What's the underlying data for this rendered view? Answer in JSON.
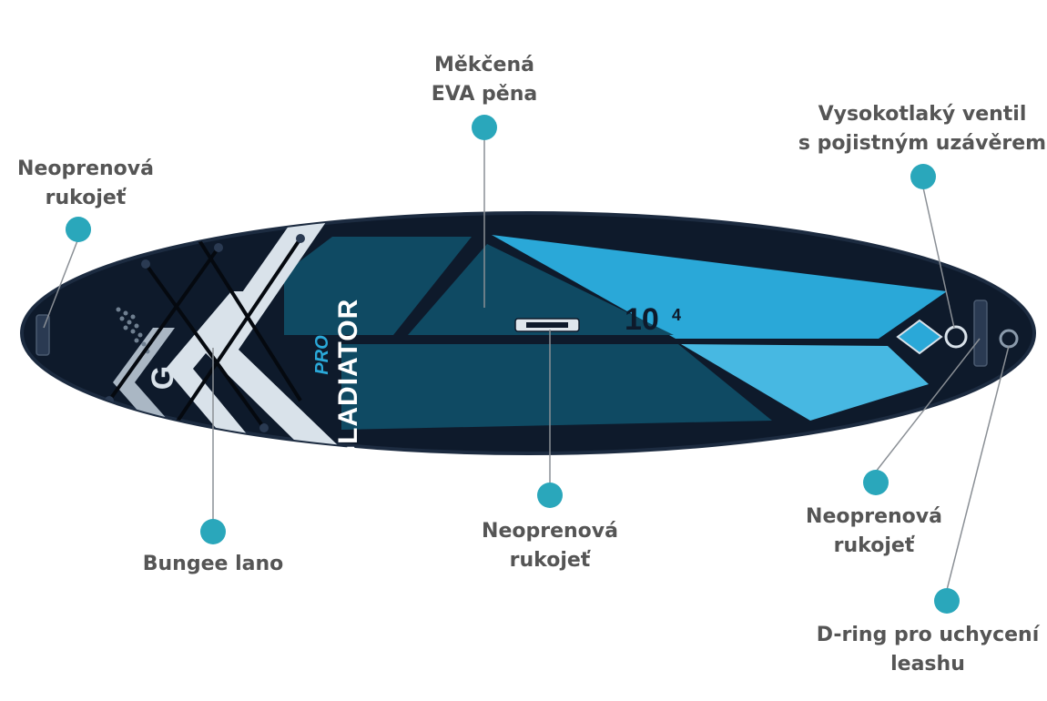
{
  "board": {
    "brand": "GLADIATOR",
    "model": "PRO",
    "size_main": "10",
    "size_sup": "4",
    "logo_mark": "G",
    "colors": {
      "navy": "#0e1a2b",
      "navy_edge": "#1c2b40",
      "teal_dark": "#0f4a63",
      "teal_mid": "#165f7c",
      "sky": "#2aa8d8",
      "sky_light": "#47b8e2",
      "white_stripe": "#d9e2ea",
      "dot_accent": "#2aa7bb",
      "leader_line": "#8a8f95",
      "label_text": "#555555"
    }
  },
  "callouts": {
    "soft_foam": {
      "line1": "Měkčená",
      "line2": "EVA pěna",
      "icon": "dot"
    },
    "valve": {
      "line1": "Vysokotlaký ventil",
      "line2": "s pojistným uzávěrem",
      "icon": "dot"
    },
    "handle_left": {
      "line1": "Neoprenová",
      "line2": "rukojeť",
      "icon": "dot"
    },
    "bungee": {
      "line1": "Bungee lano",
      "icon": "dot"
    },
    "handle_center": {
      "line1": "Neoprenová",
      "line2": "rukojeť",
      "icon": "dot"
    },
    "handle_right": {
      "line1": "Neoprenová",
      "line2": "rukojeť",
      "icon": "dot"
    },
    "d_ring": {
      "line1": "D-ring pro uchycení",
      "line2": "leashu",
      "icon": "dot"
    }
  }
}
